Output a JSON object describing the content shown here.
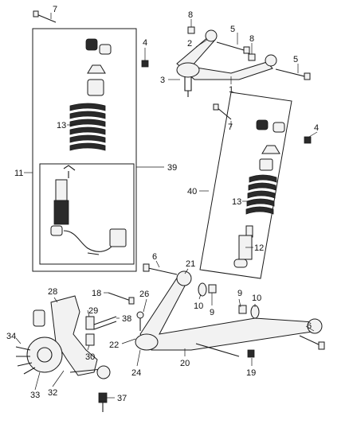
{
  "callouts": {
    "c1": "1",
    "c2": "2",
    "c3": "3",
    "c4a": "4",
    "c4b": "4",
    "c5a": "5",
    "c5b": "5",
    "c6a": "6",
    "c6b": "6",
    "c7a": "7",
    "c7b": "7",
    "c8a": "8",
    "c8b": "8",
    "c9a": "9",
    "c9b": "9",
    "c10a": "10",
    "c10b": "10",
    "c11": "11",
    "c12": "12",
    "c13a": "13",
    "c13b": "13",
    "c18": "18",
    "c19": "19",
    "c20": "20",
    "c21": "21",
    "c22": "22",
    "c24": "24",
    "c26": "26",
    "c28": "28",
    "c29": "29",
    "c30": "30",
    "c32": "32",
    "c33": "33",
    "c34": "34",
    "c37": "37",
    "c38": "38",
    "c39": "39",
    "c40": "40"
  }
}
